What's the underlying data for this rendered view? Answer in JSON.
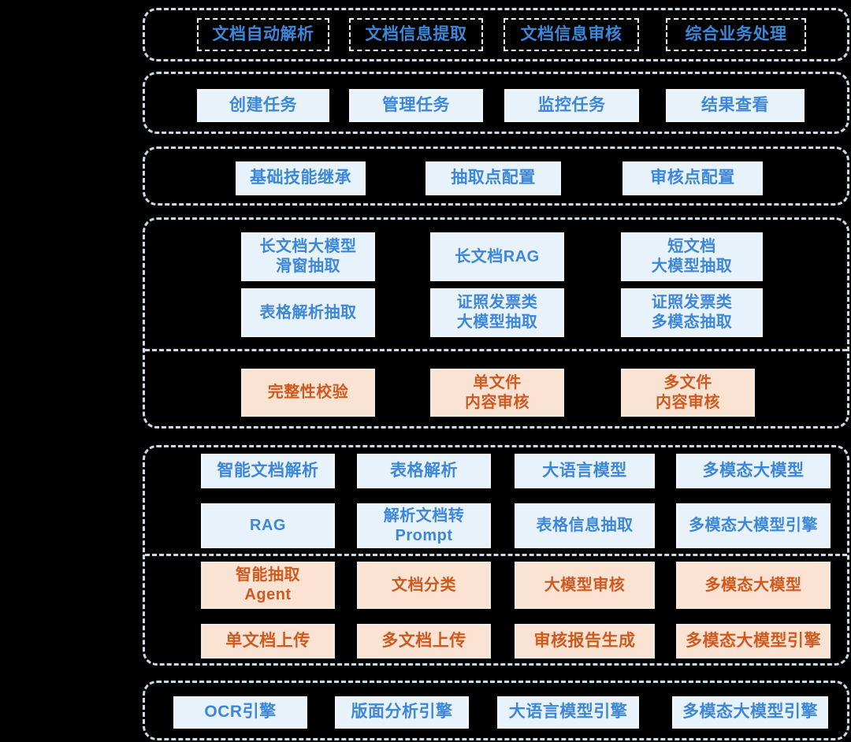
{
  "colors": {
    "accent_blue": "#3d87d8",
    "accent_orange": "#cf5a20",
    "blue_fill": "#e8f2fa",
    "orange_fill": "#fbe3d3",
    "frame_border": "#c8dde9",
    "canvas_bg": "#000000"
  },
  "layers": {
    "business": {
      "items": [
        "文档自动解析",
        "文档信息提取",
        "文档信息审核",
        "综合业务处理"
      ]
    },
    "tasks": {
      "items": [
        "创建任务",
        "管理任务",
        "监控任务",
        "结果查看"
      ]
    },
    "config": {
      "items": [
        "基础技能继承",
        "抽取点配置",
        "审核点配置"
      ]
    },
    "extraction": {
      "row1": [
        "长文档大模型\n滑窗抽取",
        "长文档RAG",
        "短文档\n大模型抽取"
      ],
      "row2": [
        "表格解析抽取",
        "证照发票类\n大模型抽取",
        "证照发票类\n多模态抽取"
      ],
      "audit": [
        "完整性校验",
        "单文件\n内容审核",
        "多文件\n内容审核"
      ]
    },
    "capability": {
      "row1": [
        "智能文档解析",
        "表格解析",
        "大语言模型",
        "多模态大模型"
      ],
      "row2": [
        "RAG",
        "解析文档转\nPrompt",
        "表格信息抽取",
        "多模态大模型引擎"
      ],
      "row3": [
        "智能抽取\nAgent",
        "文档分类",
        "大模型审核",
        "多模态大模型"
      ],
      "row4": [
        "单文档上传",
        "多文档上传",
        "审核报告生成",
        "多模态大模型引擎"
      ]
    },
    "engines": {
      "items": [
        "OCR引擎",
        "版面分析引擎",
        "大语言模型引擎",
        "多模态大模型引擎"
      ]
    }
  }
}
